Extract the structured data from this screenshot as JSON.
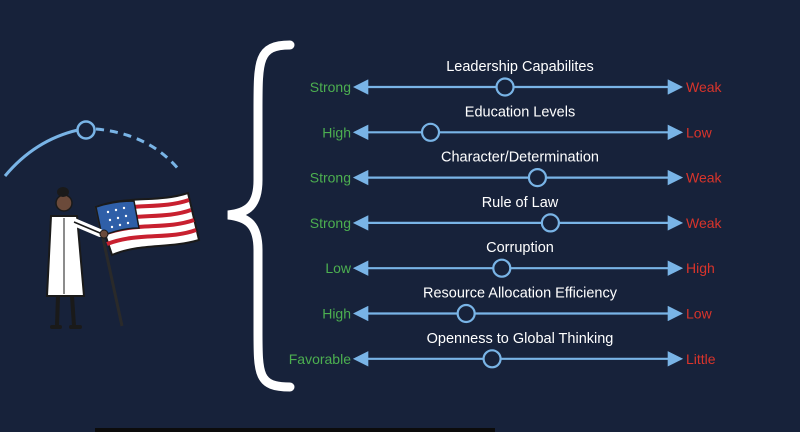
{
  "colors": {
    "background": "#17223a",
    "arrow": "#79b4e6",
    "positive": "#4caf50",
    "negative": "#d9342b",
    "text": "#ffffff",
    "brace": "#ffffff"
  },
  "scales": [
    {
      "title": "Leadership Capabilites",
      "left": "Strong",
      "right": "Weak",
      "position": 0.46
    },
    {
      "title": "Education Levels",
      "left": "High",
      "right": "Low",
      "position": 0.23
    },
    {
      "title": "Character/Determination",
      "left": "Strong",
      "right": "Weak",
      "position": 0.56
    },
    {
      "title": "Rule of Law",
      "left": "Strong",
      "right": "Weak",
      "position": 0.6
    },
    {
      "title": "Corruption",
      "left": "Low",
      "right": "High",
      "position": 0.45
    },
    {
      "title": "Resource Allocation Efficiency",
      "left": "High",
      "right": "Low",
      "position": 0.34
    },
    {
      "title": "Openness to Global Thinking",
      "left": "Favorable",
      "right": "Little",
      "position": 0.42
    }
  ]
}
